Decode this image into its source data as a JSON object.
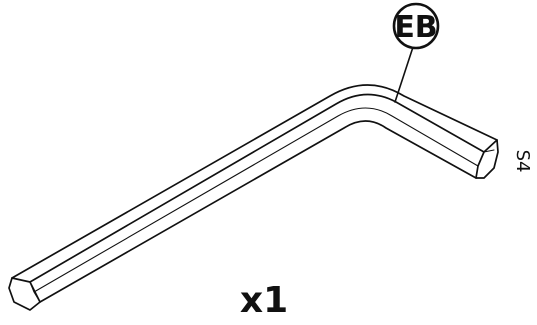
{
  "part": {
    "code": "EB",
    "size_label": "S4",
    "quantity": "x1"
  },
  "colors": {
    "line": "#111111",
    "fill": "#ffffff"
  }
}
